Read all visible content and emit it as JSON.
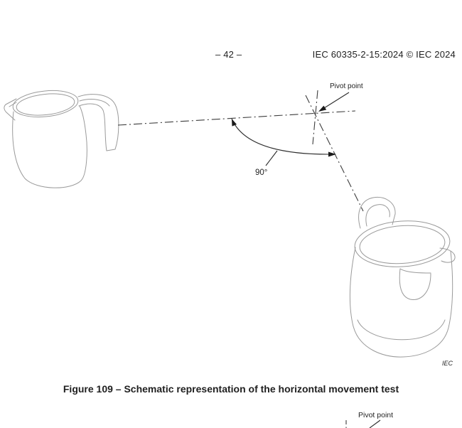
{
  "header": {
    "page_number": "– 42 –",
    "standard_ref": "IEC 60335-2-15:2024 © IEC 2024"
  },
  "figure": {
    "pivot_label": "Pivot point",
    "angle_label": "90°",
    "iec_tag": "IEC",
    "caption": "Figure 109 – Schematic representation of the horizontal movement test"
  },
  "next_figure": {
    "pivot_label": "Pivot point"
  },
  "colors": {
    "background": "#ffffff",
    "text": "#1f1f1f",
    "diagram_lines": "#3d3d3d",
    "kettle_outline": "#9a9a9a",
    "iec_tag_gray": "#8a8a8a"
  }
}
